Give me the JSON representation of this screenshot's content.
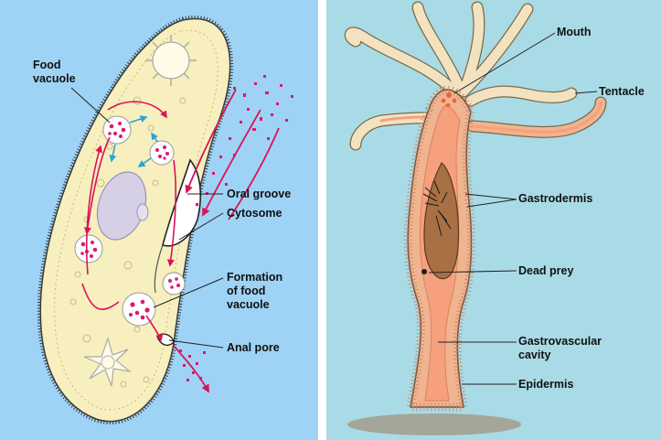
{
  "paramecium": {
    "labels": {
      "food_vacuole": "Food\nvacuole",
      "oral_groove": "Oral groove",
      "cytosome": "Cytosome",
      "formation": "Formation\nof food\nvacuole",
      "anal_pore": "Anal pore"
    }
  },
  "hydra": {
    "labels": {
      "mouth": "Mouth",
      "tentacle": "Tentacle",
      "gastrodermis": "Gastrodermis",
      "dead_prey": "Dead prey",
      "gastrovascular": "Gastrovascular\ncavity",
      "epidermis": "Epidermis"
    }
  },
  "colors": {
    "left_bg": "#9fd3f5",
    "right_bg": "#a9dbe6",
    "cell_body": "#f7efbd",
    "flow_arrow": "#d8145a",
    "particle": "#e0176a",
    "nucleus": "#cfc8e0",
    "tentacle": "#f3e2c0",
    "hydra_wall": "#f0b48f",
    "cavity": "#f6a07e",
    "prey": "#a87044",
    "water_arrow": "#2ba3d8"
  }
}
